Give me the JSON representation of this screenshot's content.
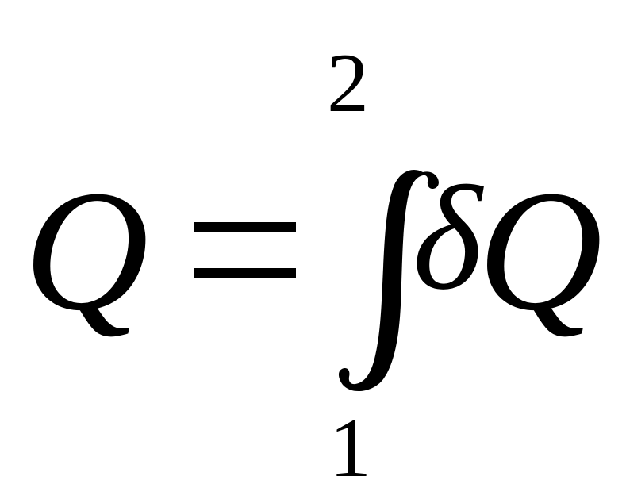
{
  "formula": {
    "lhs": "Q",
    "equals": "=",
    "integral": {
      "symbol": "∫",
      "upper_limit": "2",
      "lower_limit": "1"
    },
    "differential": "δ",
    "integrand": "Q"
  }
}
